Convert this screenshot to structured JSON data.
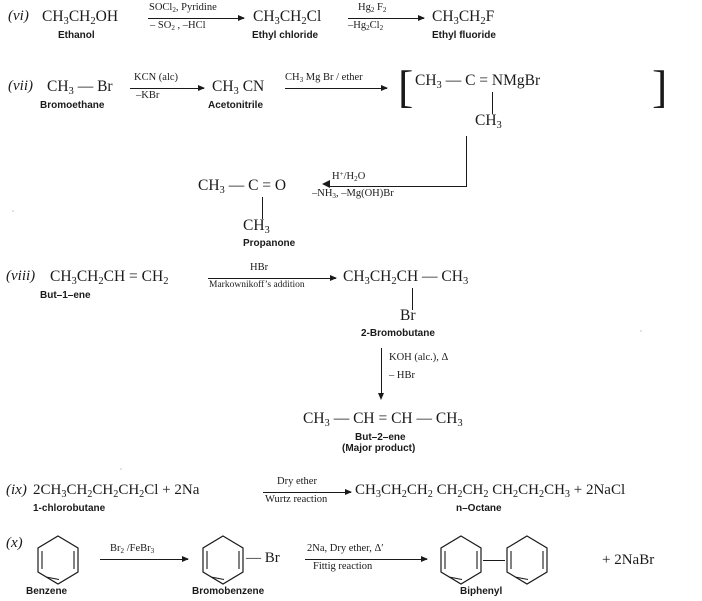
{
  "document": {
    "type": "chemistry-textbook-solutions",
    "reactions": [
      {
        "id": "vi",
        "label": "(vi)",
        "steps": [
          {
            "formula_html": "CH<sub>3</sub>CH<sub>2</sub>OH",
            "name": "Ethanol"
          },
          {
            "formula_html": "CH<sub>3</sub>CH<sub>2</sub>Cl",
            "name": "Ethyl chloride"
          },
          {
            "formula_html": "CH<sub>3</sub>CH<sub>2</sub>F",
            "name": "Ethyl fluoride"
          }
        ],
        "conditions": [
          {
            "above_html": "SOCl<sub>2</sub>, Pyridine",
            "below_html": "– SO<sub>2</sub>, –HCl"
          },
          {
            "above_html": "Hg<sub>2</sub>F<sub>2</sub>",
            "below_html": "–Hg<sub>2</sub>Cl<sub>2</sub>"
          }
        ]
      },
      {
        "id": "vii",
        "label": "(vii)",
        "steps": [
          {
            "formula_html": "CH<sub>3</sub> — Br",
            "name": "Bromoethane"
          },
          {
            "formula_html": "CH<sub>3</sub> CN",
            "name": "Acetonitrile"
          },
          {
            "formula_html": "CH<sub>3</sub> — C = NMgBr",
            "name": ""
          },
          {
            "formula_html": "CH<sub>3</sub> — C = O",
            "name": "Propanone"
          }
        ],
        "conditions": [
          {
            "above_html": "KCN (alc)",
            "below_html": "–KBr"
          },
          {
            "above_html": "CH<sub>3</sub> Mg Br / ether",
            "below_html": ""
          },
          {
            "above_html": "H<sup>+</sup>/H<sub>2</sub>O",
            "below_html": "–NH<sub>3</sub>, –Mg(OH)Br"
          }
        ],
        "branch_html": "CH<sub>3</sub>"
      },
      {
        "id": "viii",
        "label": "(viii)",
        "steps": [
          {
            "formula_html": "CH<sub>3</sub>CH<sub>2</sub>CH = CH<sub>2</sub>",
            "name": "But–1–ene"
          },
          {
            "formula_html": "CH<sub>3</sub>CH<sub>2</sub>CH — CH<sub>3</sub>",
            "name": "2-Bromobutane",
            "branch_html": "Br"
          },
          {
            "formula_html": "CH<sub>3</sub> — CH = CH — CH<sub>3</sub>",
            "name": "But–2–ene",
            "name2": "(Major product)"
          }
        ],
        "conditions": [
          {
            "above_html": "HBr",
            "below_html": "Markownikoff’s addition"
          },
          {
            "above_html": "KOH (alc.), Δ",
            "below_html": "– HBr"
          }
        ]
      },
      {
        "id": "ix",
        "label": "(ix)",
        "steps": [
          {
            "formula_html": "2CH<sub>3</sub>CH<sub>2</sub>CH<sub>2</sub>CH<sub>2</sub>Cl + 2Na",
            "name": "1-chlorobutane"
          },
          {
            "formula_html": "CH<sub>3</sub>CH<sub>2</sub>CH<sub>2</sub> CH<sub>2</sub>CH<sub>2</sub> CH<sub>2</sub>CH<sub>2</sub>CH<sub>3</sub>  + 2NaCl",
            "name": "n–Octane"
          }
        ],
        "conditions": [
          {
            "above_html": "Dry ether",
            "below_html": "Wurtz reaction"
          }
        ]
      },
      {
        "id": "x",
        "label": "(x)",
        "steps": [
          {
            "formula_html": "",
            "name": "Benzene"
          },
          {
            "formula_html": "— Br",
            "name": "Bromobenzene"
          },
          {
            "formula_html": "",
            "name": "Biphenyl"
          },
          {
            "formula_html": "+ 2NaBr",
            "name": ""
          }
        ],
        "conditions": [
          {
            "above_html": "Br<sub>2</sub> /FeBr<sub>3</sub>",
            "below_html": ""
          },
          {
            "above_html": "2Na, Dry ether, Δ′",
            "below_html": "Fittig reaction"
          }
        ]
      }
    ]
  }
}
